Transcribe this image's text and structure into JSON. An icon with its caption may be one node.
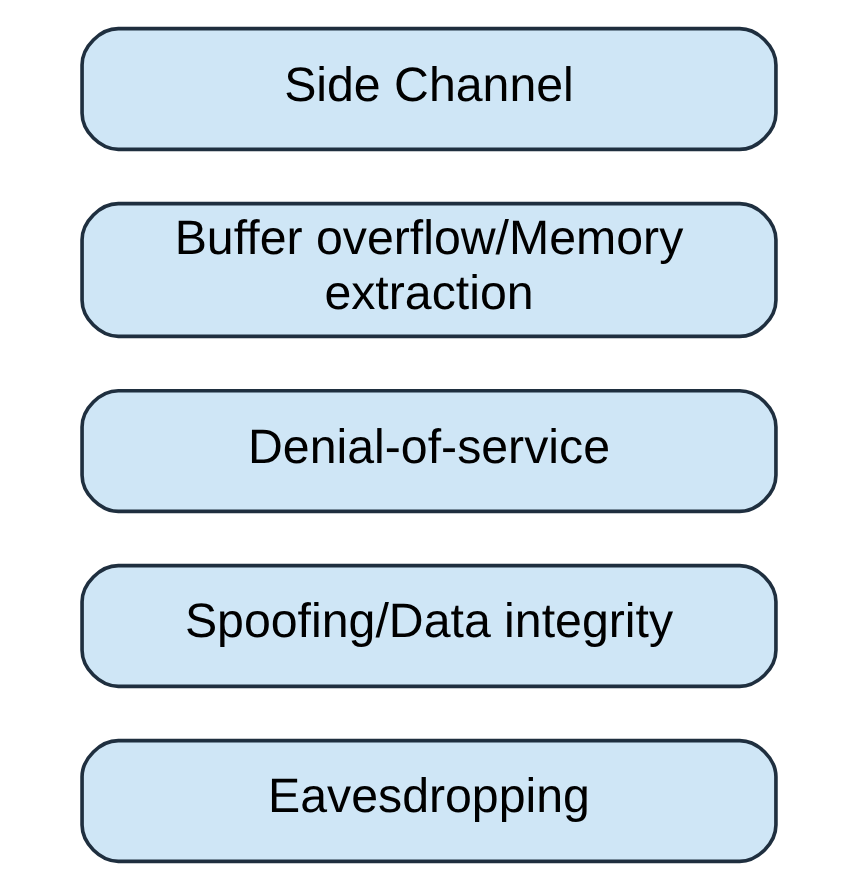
{
  "diagram": {
    "nodes": [
      {
        "text": [
          "Eavesdropping"
        ]
      },
      {
        "text": [
          "Spoofing/Data integrity"
        ]
      },
      {
        "text": [
          "Denial-of-service"
        ]
      },
      {
        "text": [
          "Buffer overflow/Memory extraction"
        ]
      },
      {
        "text": [
          "Side Channel"
        ]
      }
    ],
    "edges": []
  }
}
